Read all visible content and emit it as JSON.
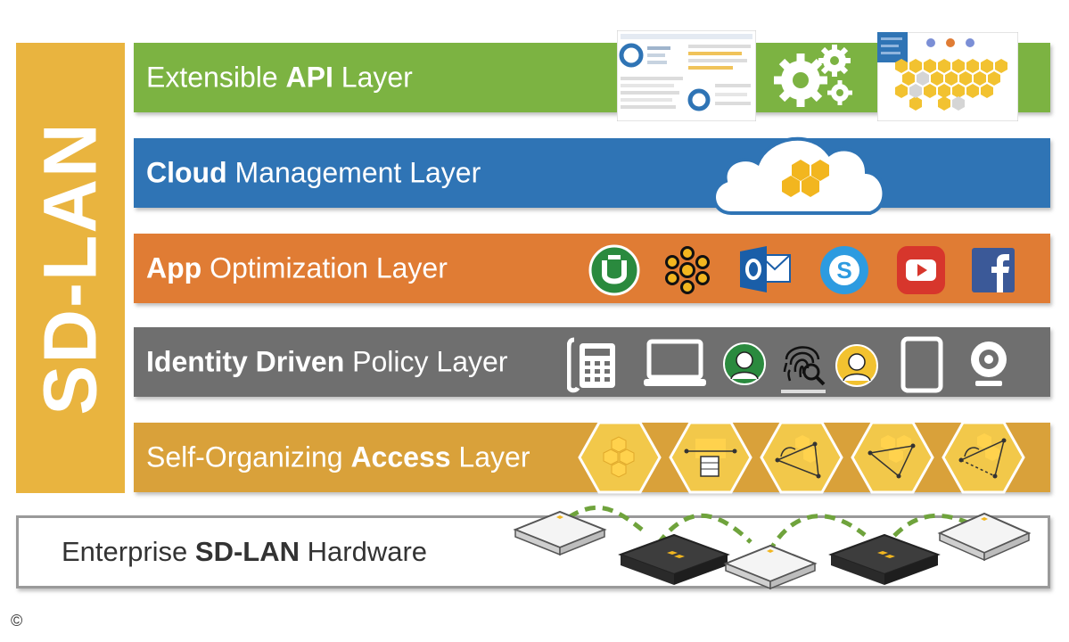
{
  "sidebar": {
    "title": "SD-LAN"
  },
  "layers": [
    {
      "pre": "Extensible ",
      "bold": "API",
      "post": " Layer",
      "color": "#7cb342"
    },
    {
      "pre": "",
      "bold": "Cloud",
      "post": " Management Layer",
      "color": "#2f74b5"
    },
    {
      "pre": "",
      "bold": "App",
      "post": " Optimization Layer",
      "color": "#e07c34"
    },
    {
      "pre": "",
      "bold": "Identity Driven",
      "post": " Policy Layer",
      "color": "#6f6f6f"
    },
    {
      "pre": "Self-Organizing ",
      "bold": "Access",
      "post": " Layer",
      "color": "#d9a13a"
    }
  ],
  "hardware": {
    "pre": "Enterprise ",
    "bold": "SD-LAN",
    "post": " Hardware"
  },
  "footer": {
    "copyright": "©"
  },
  "icons": {
    "api": [
      "dashboard-screenshot-icon",
      "gears-icon",
      "hive-map-screenshot-icon"
    ],
    "cloud": [
      "cloud-hexagons-icon"
    ],
    "apps": [
      "utorrent-icon",
      "hive-app-icon",
      "outlook-icon",
      "skype-icon",
      "youtube-icon",
      "facebook-icon"
    ],
    "identity": [
      "phone-icon",
      "laptop-icon",
      "user-avatar-icon",
      "fingerprint-icon",
      "user-avatar-icon",
      "tablet-icon",
      "webcam-icon"
    ],
    "access": [
      "hexagon-cluster-icon",
      "hexagon-server-icon",
      "hexagon-path-icon",
      "hexagon-path-icon",
      "hexagon-path-icon"
    ],
    "hardware": [
      "access-point-icon",
      "switch-icon",
      "access-point-icon",
      "switch-icon",
      "access-point-icon"
    ]
  }
}
